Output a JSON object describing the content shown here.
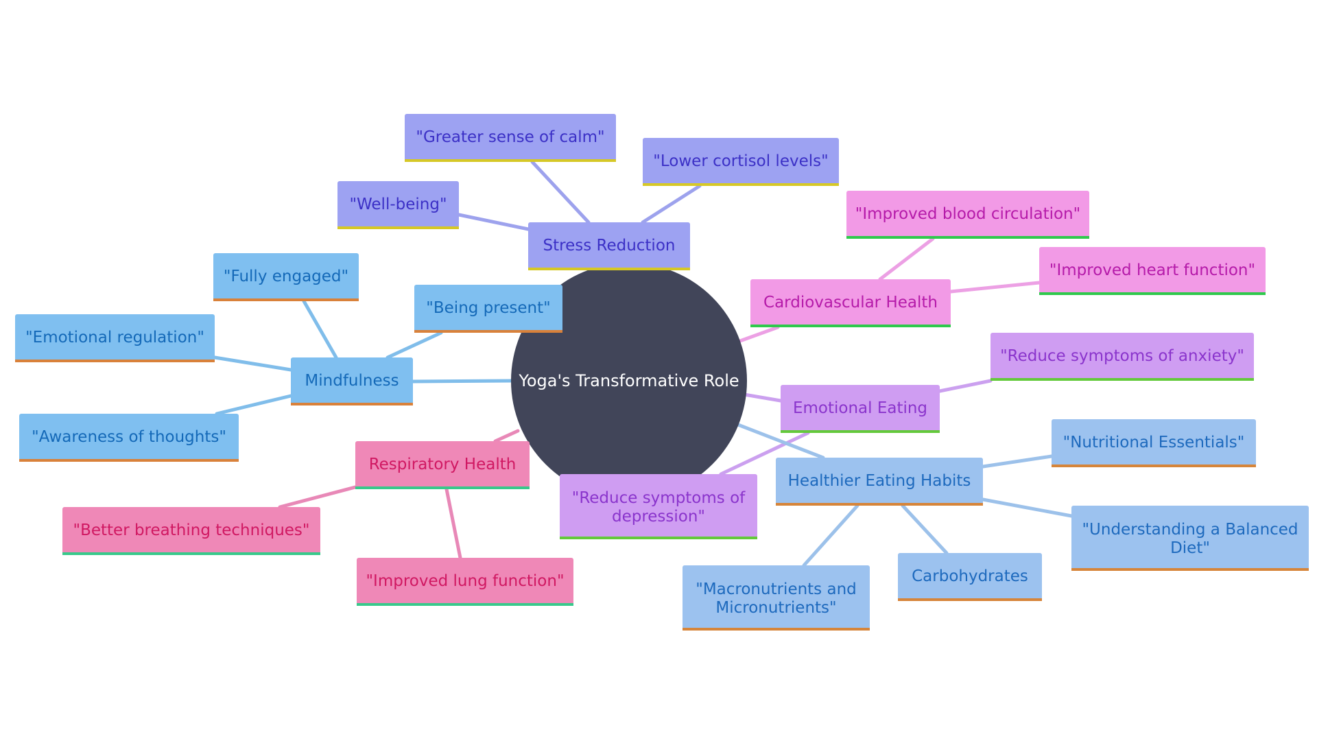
{
  "title": "",
  "root": {
    "label": "Yoga's Transformative Role",
    "fill": "#414559",
    "text_color": "#ffffff"
  },
  "branches": [
    {
      "id": "stress",
      "label": "Stress Reduction",
      "fill": "#9da2f2",
      "text": "#3b30c6",
      "line": "#9da2ed",
      "underline": "#d6c826",
      "children": [
        "\"Greater sense of calm\"",
        "\"Lower cortisol levels\"",
        "\"Well-being\""
      ]
    },
    {
      "id": "mindfulness",
      "label": "Mindfulness",
      "fill": "#7fbff0",
      "text": "#1469b8",
      "line": "#80bdea",
      "underline": "#d9813a",
      "children": [
        "\"Being present\"",
        "\"Fully engaged\"",
        "\"Emotional regulation\"",
        "\"Awareness of thoughts\""
      ]
    },
    {
      "id": "cardio",
      "label": "Cardiovascular Health",
      "fill": "#f29ae6",
      "text": "#b51aa9",
      "line": "#eca0e4",
      "underline": "#2fc94c",
      "children": [
        "\"Improved blood circulation\"",
        "\"Improved heart function\""
      ]
    },
    {
      "id": "emotional",
      "label": "Emotional Eating",
      "fill": "#cf9df2",
      "text": "#8a34cc",
      "line": "#cba0ef",
      "underline": "#63c93a",
      "children": [
        "\"Reduce symptoms of anxiety\"",
        "\"Reduce symptoms of depression\""
      ]
    },
    {
      "id": "respiratory",
      "label": "Respiratory Health",
      "fill": "#ef88b7",
      "text": "#d01862",
      "line": "#e888b7",
      "underline": "#38c98b",
      "children": [
        "\"Better breathing techniques\"",
        "\"Improved lung function\""
      ]
    },
    {
      "id": "eating",
      "label": "Healthier Eating Habits",
      "fill": "#9cc2ef",
      "text": "#1d69bd",
      "line": "#9cc1ea",
      "underline": "#d6853a",
      "children": [
        "\"Nutritional Essentials\"",
        "\"Understanding a Balanced Diet\"",
        "Carbohydrates",
        "\"Macronutrients and Micronutrients\""
      ]
    }
  ]
}
